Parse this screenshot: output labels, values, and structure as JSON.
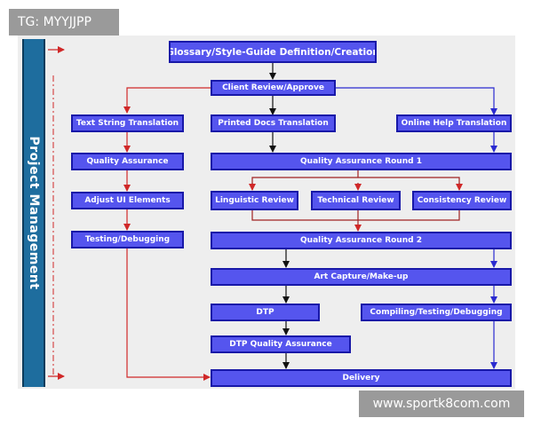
{
  "watermark": {
    "top_left": "TG: MYYJJPP",
    "bottom_right": "www.sportk8com.com"
  },
  "sidebar": {
    "label": "Project Management"
  },
  "nodes": {
    "glossary": "Glossary/Style-Guide Definition/Creation",
    "client_review": "Client Review/Approve",
    "text_string": "Text String Translation",
    "printed_docs": "Printed Docs Translation",
    "online_help": "Online Help Translation",
    "qa": "Quality Assurance",
    "qa_round1": "Quality Assurance Round 1",
    "adjust_ui": "Adjust UI Elements",
    "linguistic": "Linguistic Review",
    "technical": "Technical Review",
    "consistency": "Consistency Review",
    "testing": "Testing/Debugging",
    "qa_round2": "Quality Assurance Round 2",
    "art_capture": "Art Capture/Make-up",
    "dtp": "DTP",
    "compiling": "Compiling/Testing/Debugging",
    "dtp_qa": "DTP Quality Assurance",
    "delivery": "Delivery"
  },
  "colors": {
    "box_fill": "#5555ee",
    "box_border": "#1818a8",
    "sidebar": "#1e6d9e",
    "red_line": "#d02828",
    "blue_line": "#2a2ad0"
  }
}
